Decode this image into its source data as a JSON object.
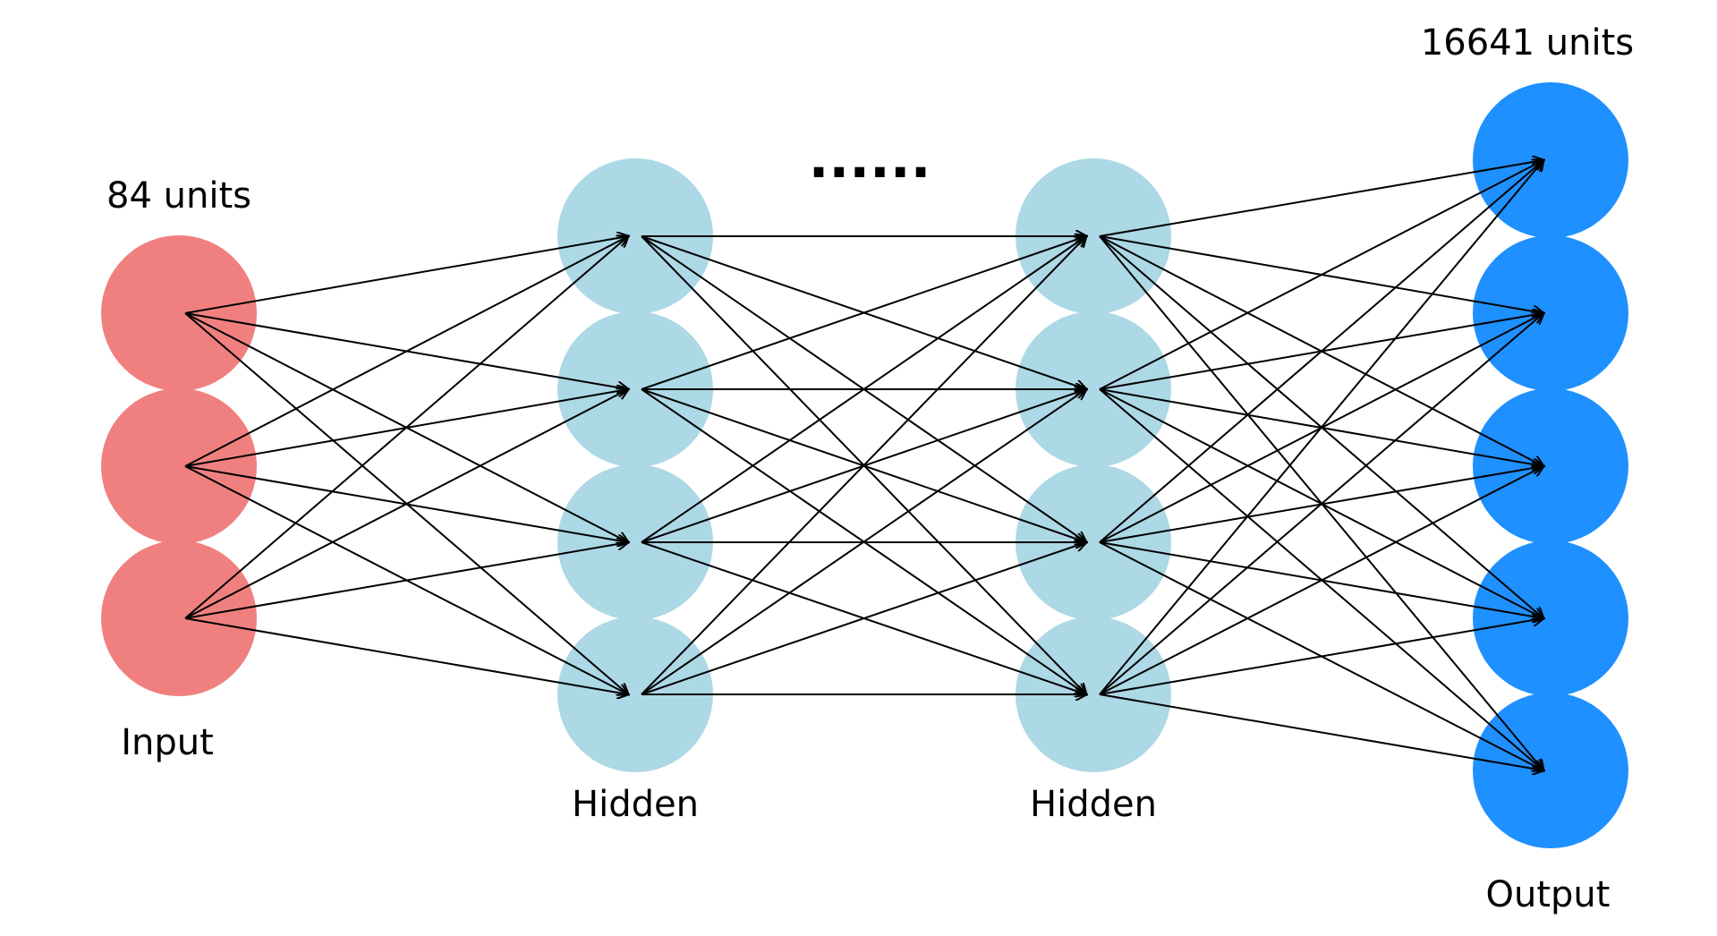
{
  "layers": [
    {
      "name": "Input",
      "units_label": "84 units",
      "nodes": 3,
      "color": "#f08080"
    },
    {
      "name": "Hidden",
      "units_label": "",
      "nodes": 4,
      "color": "#add8e6"
    },
    {
      "name": "Hidden",
      "units_label": "",
      "nodes": 4,
      "color": "#add8e6"
    },
    {
      "name": "Output",
      "units_label": "16641 units",
      "nodes": 5,
      "color": "#1e90ff"
    }
  ],
  "ellipsis": "......",
  "edge_color": "#000000"
}
